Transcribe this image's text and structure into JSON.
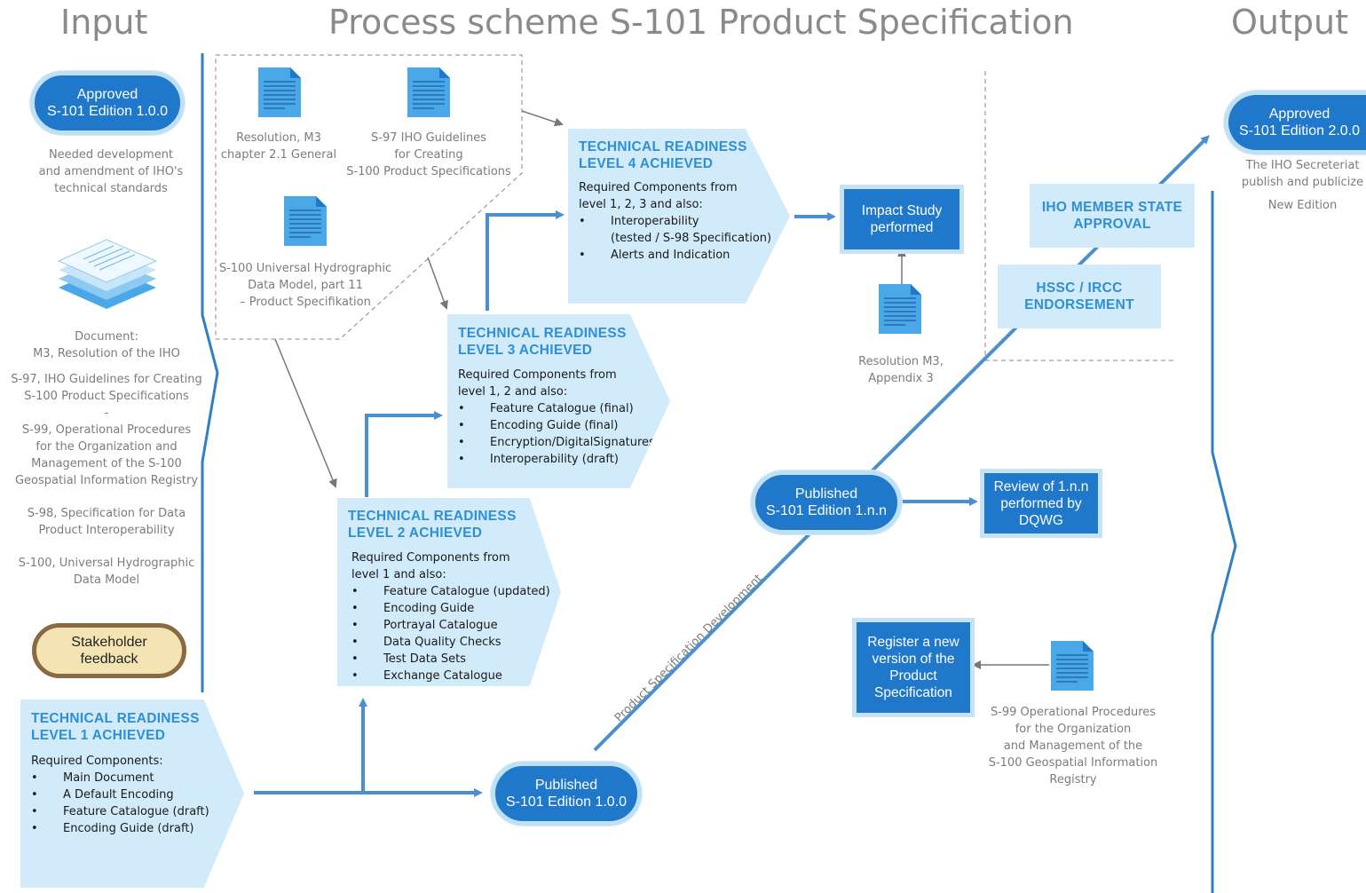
{
  "titles": {
    "input": "Input",
    "main": "Process scheme S-101 Product Specification",
    "output": "Output"
  },
  "input": {
    "approved_oval": [
      "Approved",
      "S-101 Edition 1.0.0"
    ],
    "needed_text": [
      "Needed development",
      "and amendment of IHO's",
      "technical standards"
    ],
    "documents_text": [
      "Document:",
      "M3, Resolution of the IHO",
      "",
      "S-97, IHO Guidelines for Creating",
      "S-100 Product Specifications",
      "-",
      "S-99, Operational Procedures",
      "for the Organization and",
      "Management of the S-100",
      "Geospatial Information Registry",
      "",
      "S-98, Specification for Data",
      "Product Interoperability",
      "",
      "S-100, Universal Hydrographic",
      "Data Model"
    ],
    "stakeholder": [
      "Stakeholder",
      "feedback"
    ]
  },
  "refdocs": {
    "resolution": [
      "Resolution, M3",
      "chapter 2.1 General"
    ],
    "s97": [
      "S-97 IHO Guidelines",
      "for Creating",
      "S-100 Product Specifications"
    ],
    "s100": [
      "S-100 Universal Hydrographic",
      "Data Model, part 11",
      "– Product Specifikation"
    ]
  },
  "trl": [
    {
      "title": [
        "TECHNICAL READINESS",
        "LEVEL 1 ACHIEVED"
      ],
      "intro": [
        "Required Components:"
      ],
      "items": [
        "Main Document",
        "A Default Encoding",
        "Feature Catalogue (draft)",
        "Encoding Guide (draft)"
      ]
    },
    {
      "title": [
        "TECHNICAL READINESS",
        "LEVEL 2 ACHIEVED"
      ],
      "intro": [
        "Required Components from",
        "level 1 and also:"
      ],
      "items": [
        "Feature Catalogue (updated)",
        "Encoding Guide",
        "Portrayal  Catalogue",
        "Data Quality Checks",
        "Test Data Sets",
        "Exchange Catalogue"
      ]
    },
    {
      "title": [
        "TECHNICAL READINESS",
        "LEVEL 3 ACHIEVED"
      ],
      "intro": [
        "Required Components from",
        "level 1, 2 and also:"
      ],
      "items": [
        "Feature Catalogue (final)",
        "Encoding Guide (final)",
        "Encryption/DigitalSignatures",
        "Interoperability (draft)"
      ]
    },
    {
      "title": [
        "TECHNICAL READINESS",
        "LEVEL 4 ACHIEVED"
      ],
      "intro": [
        "Required Components from",
        "level 1, 2, 3 and also:"
      ],
      "items": [
        "Interoperability",
        "Alerts and Indication"
      ],
      "sub": "(tested / S-98 Specification)"
    }
  ],
  "published_100": [
    "Published",
    "S-101 Edition 1.0.0"
  ],
  "published_1nn": [
    "Published",
    "S-101 Edition 1.n.n"
  ],
  "diagonal_label": "Product Specification Development",
  "impact_study": [
    "Impact Study",
    "performed"
  ],
  "resolution_m3": [
    "Resolution M3,",
    "Appendix 3"
  ],
  "review": [
    "Review of 1.n.n",
    "performed by",
    "DQWG"
  ],
  "register": [
    "Register a new",
    "version of the",
    "Product",
    "Specification"
  ],
  "s99_text": [
    "S-99 Operational Procedures",
    "for the Organization",
    "and Management of the",
    "S-100 Geospatial Information",
    "Registry"
  ],
  "hssc": [
    "HSSC / IRCC",
    "ENDORSEMENT"
  ],
  "iho_member": [
    "IHO MEMBER STATE",
    "APPROVAL"
  ],
  "output": {
    "approved_oval": [
      "Approved",
      "S-101 Edition 2.0.0"
    ],
    "publish_text": [
      "The IHO Secreteriat",
      "publish and publicize"
    ],
    "new_edition": "New Edition"
  },
  "colors": {
    "dark_blue": "#1f78c9",
    "light_blue": "#d2ebfa",
    "title_blue": "#2f8fd6",
    "gray_text": "#7c7c7c",
    "brown": "#8a6a42"
  }
}
